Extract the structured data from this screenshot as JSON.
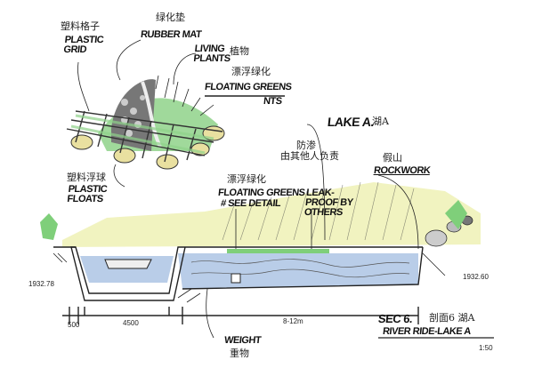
{
  "detail": {
    "plastic_grid_cn": "塑料格子",
    "plastic_grid_en": "PLASTIC GRID",
    "rubber_mat_cn": "绿化垫",
    "rubber_mat_en": "RUBBER MAT",
    "living_plants_en": "LIVING PLANTS",
    "living_plants_cn": "植物",
    "floating_greens_cn": "漂浮绿化",
    "floating_greens_en": "FLOATING GREENS",
    "nts": "NTS",
    "plastic_floats_cn": "塑料浮球",
    "plastic_floats_en": "PLASTIC FLOATS"
  },
  "section": {
    "lake_label": "LAKE A.",
    "lake_label_cn": "湖A",
    "leakproof_cn_1": "防渗",
    "leakproof_cn_2": "由其他人负责",
    "leakproof_en": "LEAK-PROOF BY OTHERS",
    "rockwork_cn": "假山",
    "rockwork_en": "ROCKWORK",
    "floating_greens_cn": "漂浮绿化",
    "floating_greens_en": "FLOATING GREENS",
    "see_detail": "# SEE DETAIL",
    "elev_left": "1932.78",
    "elev_right": "1932.60",
    "dim_1": "500",
    "dim_2": "4500",
    "dim_3": "8-12m",
    "weight_en": "WEIGHT",
    "weight_cn": "重物",
    "sec_no": "SEC 6.",
    "sec_cn": "剖面6  湖A",
    "sec_title": "RIVER RIDE-LAKE A",
    "scale": "1:50"
  },
  "colors": {
    "water": "#b9cde8",
    "green": "#7fcf7a",
    "yellow": "#eef0a8",
    "ink": "#222222"
  }
}
